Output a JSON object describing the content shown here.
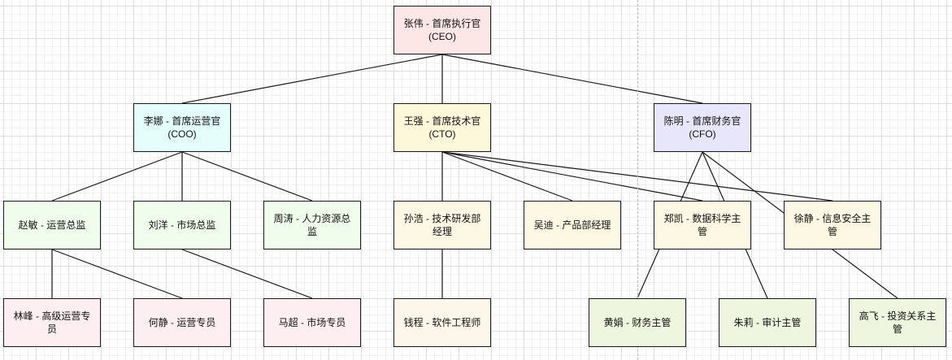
{
  "nodes": {
    "ceo": {
      "name": "张伟 - 首席执行官",
      "abbr": "(CEO)"
    },
    "coo": {
      "name": "李娜 - 首席运营官",
      "abbr": "(COO)"
    },
    "cto": {
      "name": "王强 - 首席技术官",
      "abbr": "(CTO)"
    },
    "cfo": {
      "name": "陈明 - 首席财务官",
      "abbr": "(CFO)"
    },
    "zhaomin": {
      "label": "赵敏 - 运营总监"
    },
    "liuyang": {
      "label": "刘洋 - 市场总监"
    },
    "zhoutao": {
      "label": "周涛 - 人力资源总监"
    },
    "sunhao": {
      "label": "孙浩 - 技术研发部经理"
    },
    "wudi": {
      "label": "吴迪 - 产品部经理"
    },
    "zhengkai": {
      "label": "郑凯 - 数据科学主管"
    },
    "xujing": {
      "label": "徐静 - 信息安全主管"
    },
    "linfeng": {
      "label": "林峰 - 高级运营专员"
    },
    "hejing": {
      "label": "何静 - 运营专员"
    },
    "machao": {
      "label": "马超 - 市场专员"
    },
    "qiancheng": {
      "label": "钱程 - 软件工程师"
    },
    "huangjuan": {
      "label": "黄娟 - 财务主管"
    },
    "zhuli": {
      "label": "朱莉 - 审计主管"
    },
    "gaofei": {
      "label": "高飞 - 投资关系主管"
    }
  },
  "colors": {
    "ceo": "#fde6e6",
    "coo": "#e3fdfb",
    "cto": "#fdf8d9",
    "cfo": "#e8e6fb",
    "level2_coo": "#f1fdec",
    "level2_cto": "#fdf8e3",
    "level3_pink": "#fdeef1",
    "level3_tan": "#fdf6ea",
    "level3_green": "#eef6df",
    "line": "#1a1a1a"
  },
  "edges": [
    [
      "ceo",
      "coo"
    ],
    [
      "ceo",
      "cto"
    ],
    [
      "ceo",
      "cfo"
    ],
    [
      "coo",
      "zhaomin"
    ],
    [
      "coo",
      "liuyang"
    ],
    [
      "coo",
      "zhoutao"
    ],
    [
      "cto",
      "sunhao"
    ],
    [
      "cto",
      "wudi"
    ],
    [
      "cto",
      "zhengkai"
    ],
    [
      "cto",
      "xujing"
    ],
    [
      "cfo",
      "huangjuan"
    ],
    [
      "cfo",
      "zhuli"
    ],
    [
      "cfo",
      "gaofei"
    ],
    [
      "zhaomin",
      "linfeng"
    ],
    [
      "zhaomin",
      "hejing"
    ],
    [
      "liuyang",
      "machao"
    ],
    [
      "sunhao",
      "qiancheng"
    ]
  ]
}
